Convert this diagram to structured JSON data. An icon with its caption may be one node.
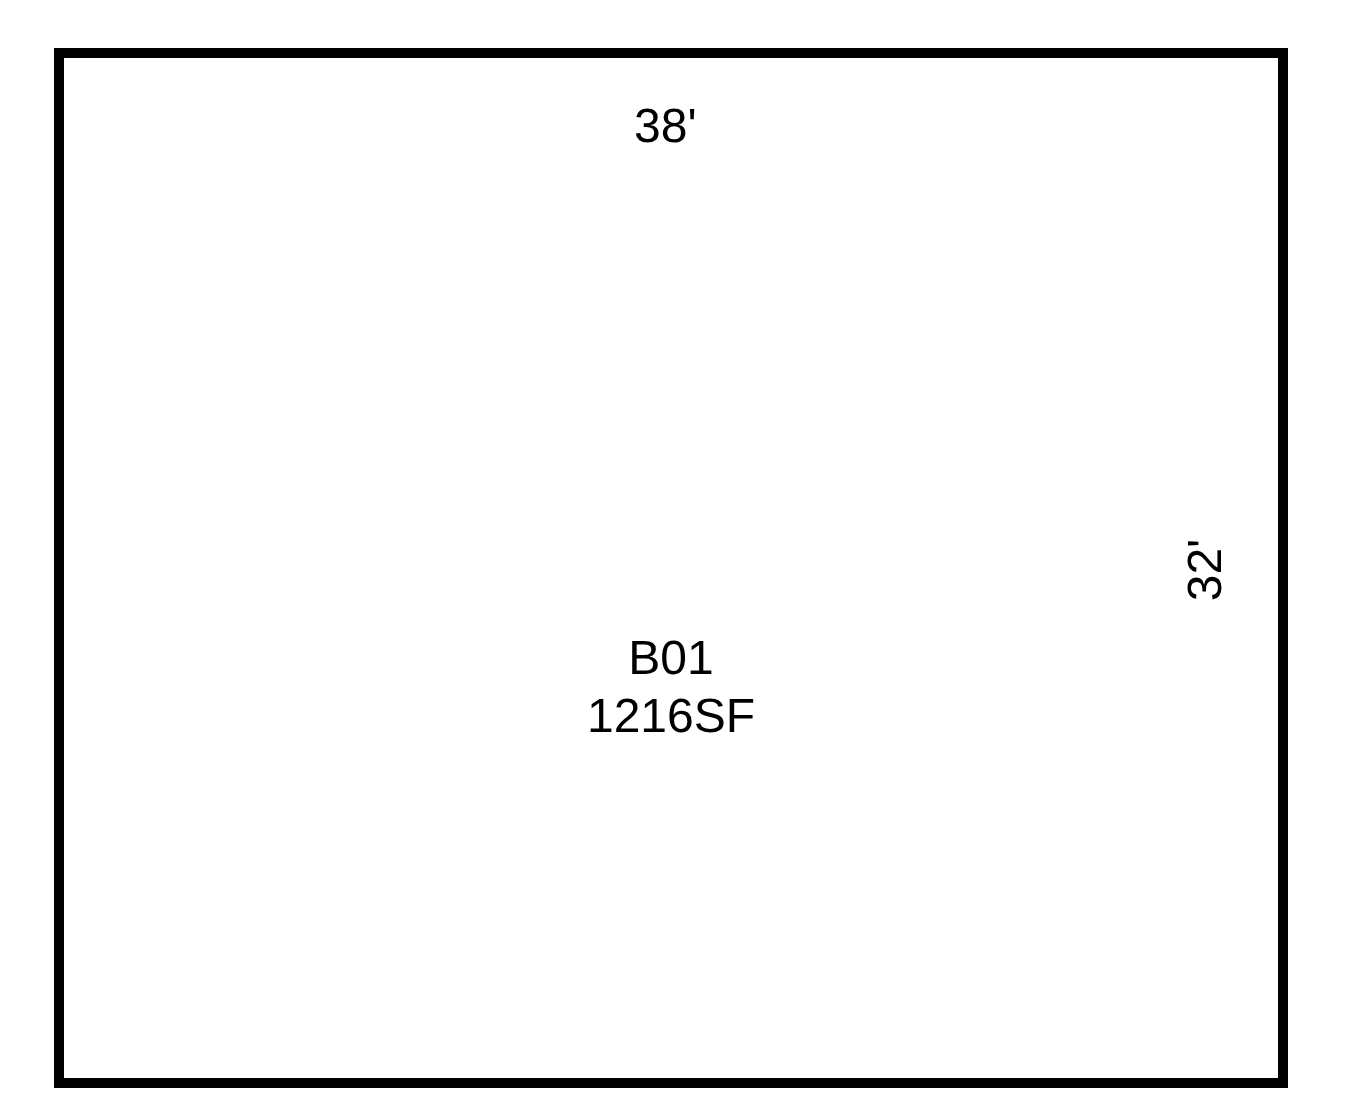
{
  "diagram": {
    "nodes": [
      {
        "text": [
          "B01",
          "1216SF"
        ]
      }
    ],
    "labels": [
      "38'",
      "32'"
    ]
  }
}
